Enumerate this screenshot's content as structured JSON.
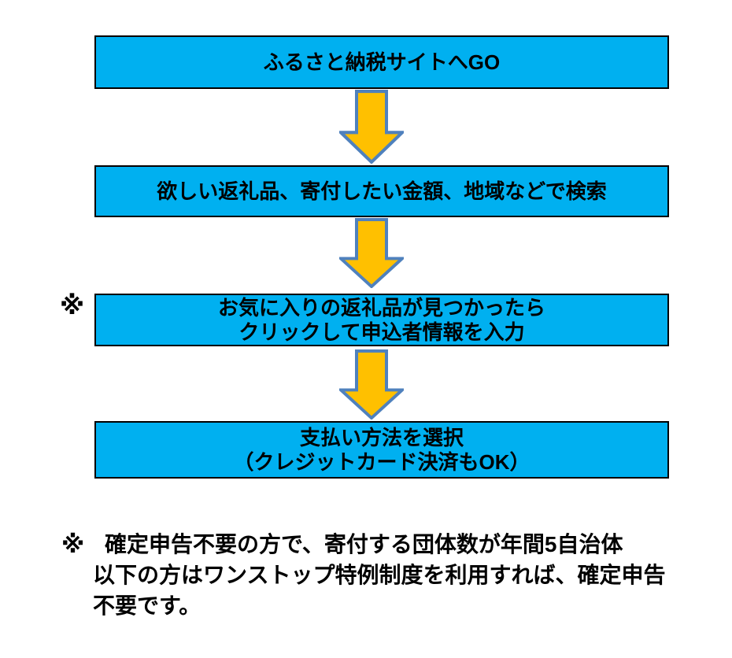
{
  "colors": {
    "background": "#FFFFFF",
    "box_fill": "#00B0F0",
    "box_border": "#000000",
    "arrow_fill": "#FFC000",
    "arrow_outline": "#4F81BD",
    "text": "#000000"
  },
  "flowchart": {
    "steps": [
      {
        "lines": [
          "ふるさと納税サイトへGO"
        ]
      },
      {
        "lines": [
          "欲しい返礼品、寄付したい金額、地域などで検索"
        ]
      },
      {
        "marker": "※",
        "lines": [
          "お気に入りの返礼品が見つかったら",
          "クリックして申込者情報を入力"
        ]
      },
      {
        "lines": [
          "支払い方法を選択",
          "（クレジットカード決済もOK）"
        ]
      }
    ]
  },
  "footnote": {
    "marker": "※",
    "lines": [
      "確定申告不要の方で、寄付する団体数が年間5自治体",
      "以下の方はワンストップ特例制度を利用すれば、確定申告",
      "不要です。"
    ]
  }
}
